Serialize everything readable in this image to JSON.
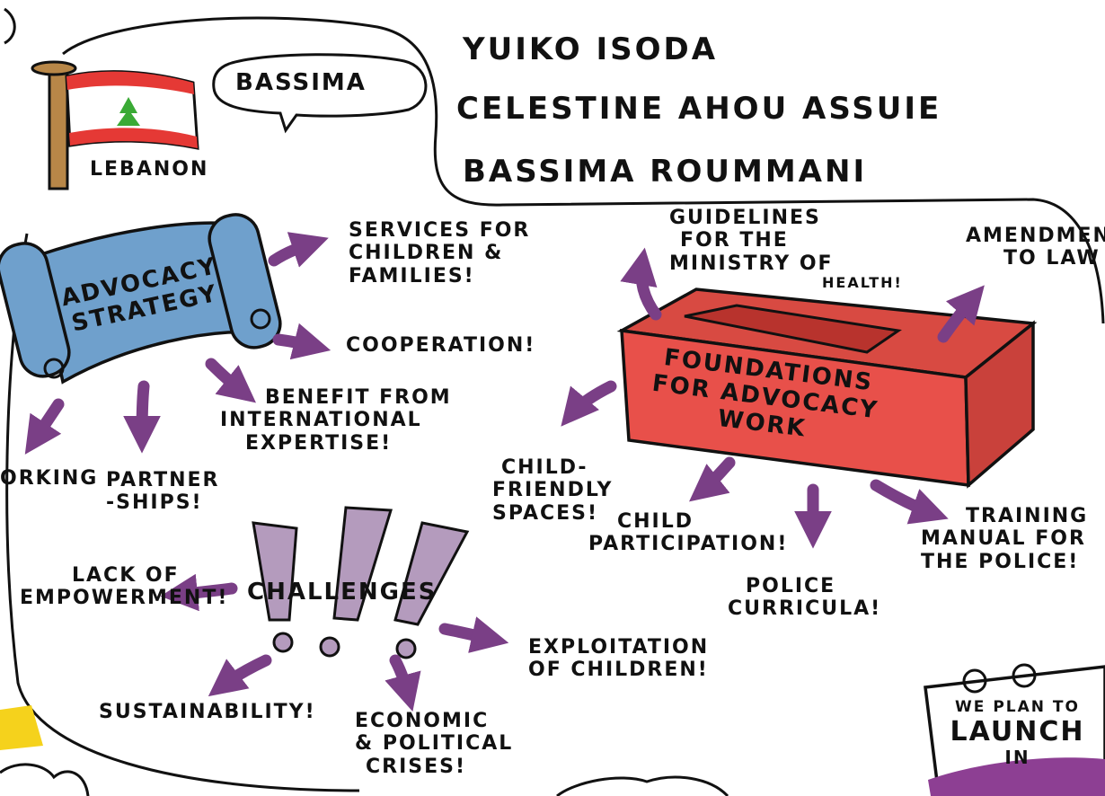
{
  "header": {
    "country_tag": "BASSIMA",
    "country": "LEBANON",
    "names": [
      "YUIKO ISODA",
      "CELESTINE AHOU ASSUIE",
      "BASSIMA ROUMMANI"
    ]
  },
  "left_cluster": {
    "scroll_line1": "ADVOCACY",
    "scroll_line2": "STRATEGY",
    "services_line1": "SERVICES FOR",
    "services_line2": "CHILDREN &",
    "services_line3": "FAMILIES!",
    "cooperation": "COOPERATION!",
    "benefit_line1": "BENEFIT FROM",
    "benefit_line2": "INTERNATIONAL",
    "benefit_line3": "EXPERTISE!",
    "networking": "ORKING",
    "partner_line1": "PARTNER",
    "partner_line2": "-SHIPS!"
  },
  "right_cluster": {
    "box_line1": "FOUNDATIONS",
    "box_line2": "FOR ADVOCACY",
    "box_line3": "WORK",
    "guidelines_line1": "GUIDELINES",
    "guidelines_line2": "FOR THE",
    "guidelines_line3": "MINISTRY OF",
    "guidelines_line4": "HEALTH!",
    "amend_line1": "AMENDMEN",
    "amend_line2": "TO LAW",
    "cfs_line1": "CHILD-",
    "cfs_line2": "FRIENDLY",
    "cfs_line3": "SPACES!",
    "cp_line1": "CHILD",
    "cp_line2": "PARTICIPATION!",
    "police_line1": "POLICE",
    "police_line2": "CURRICULA!",
    "training_line1": "TRAINING",
    "training_line2": "MANUAL FOR",
    "training_line3": "THE POLICE!"
  },
  "challenges_cluster": {
    "title": "CHALLENGES",
    "lack_line1": "LACK OF",
    "lack_line2": "EMPOWERMENT!",
    "sustainability": "SUSTAINABILITY!",
    "econ_line1": "ECONOMIC",
    "econ_line2": "& POLITICAL",
    "econ_line3": "CRISES!",
    "exploit_line1": "EXPLOITATION",
    "exploit_line2": "OF CHILDREN!"
  },
  "launch_note": {
    "line1": "WE PLAN TO",
    "line2": "LAUNCH",
    "line3": "IN"
  },
  "colors": {
    "arrow": "#7a3f86",
    "scroll": "#6fa0cc",
    "box_front": "#e8504a",
    "box_top": "#d84a42",
    "flag_red": "#e53935",
    "cedar": "#3aaa35",
    "exclaim": "#b49bbd",
    "note_purple": "#8d3f93"
  }
}
